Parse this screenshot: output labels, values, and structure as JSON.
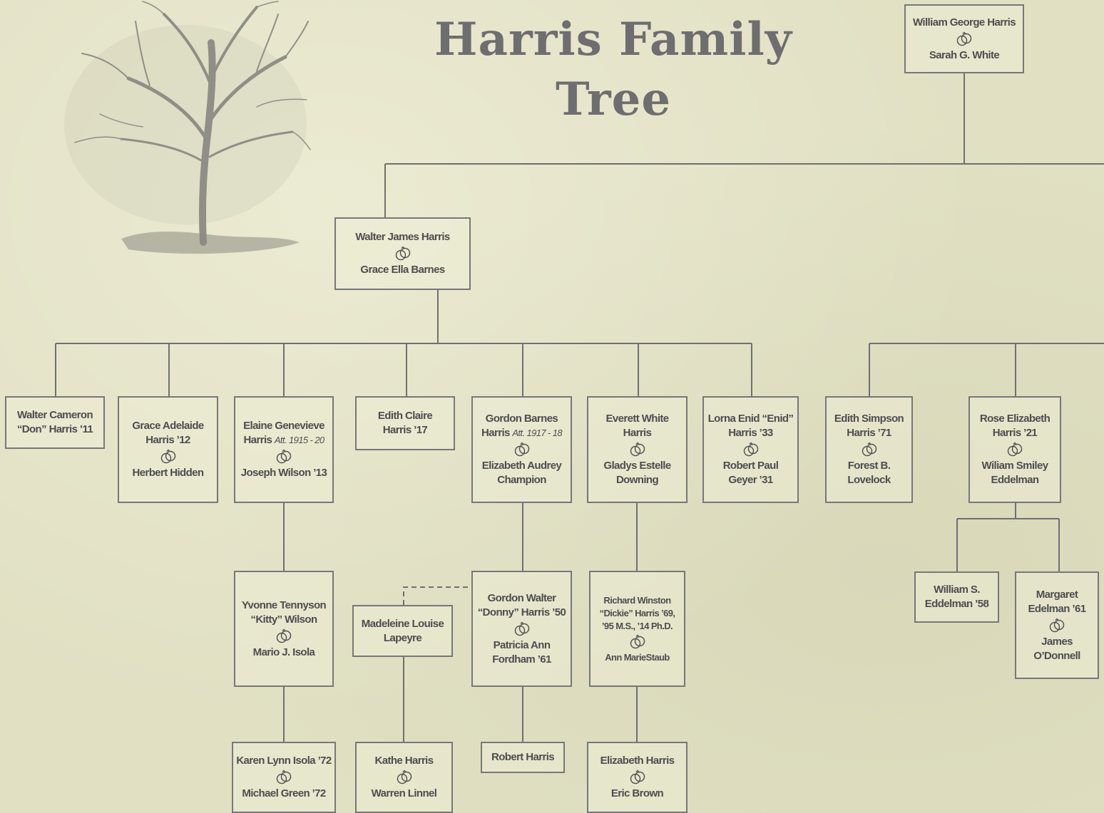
{
  "title": "Harris Family Tree",
  "colors": {
    "line": "#6f6f72",
    "text": "#4d4d50",
    "paper": "#e1e0c3"
  },
  "icons": {
    "marriage": "interlocking-rings-icon",
    "tree": "tree-illustration"
  },
  "people": {
    "root": {
      "name": "William George Harris",
      "spouse": "Sarah G. White"
    },
    "walter": {
      "name": "Walter James Harris",
      "spouse": "Grace Ella Barnes"
    },
    "don": {
      "name1": "Walter Cameron",
      "name2": "“Don” Harris ’11"
    },
    "graceA": {
      "name1": "Grace Adelaide",
      "name2": "Harris ’12",
      "spouse": "Herbert Hidden"
    },
    "elaine": {
      "name1": "Elaine Genevieve",
      "name2": "Harris",
      "note": "Att. 1915 - 20",
      "spouse": "Joseph Wilson ’13"
    },
    "edithC": {
      "name1": "Edith Claire",
      "name2": "Harris ’17"
    },
    "gordon": {
      "name1": "Gordon Barnes",
      "name2": "Harris",
      "note": "Att. 1917 - 18",
      "spouse1": "Elizabeth Audrey",
      "spouse2": "Champion"
    },
    "everett": {
      "name1": "Everett White",
      "name2": "Harris",
      "spouse1": "Gladys Estelle",
      "spouse2": "Downing"
    },
    "lorna": {
      "name1": "Lorna Enid “Enid”",
      "name2": "Harris ’33",
      "spouse1": "Robert Paul",
      "spouse2": "Geyer ’31"
    },
    "edithS": {
      "name1": "Edith Simpson",
      "name2": "Harris ’71",
      "spouse1": "Forest B.",
      "spouse2": "Lovelock"
    },
    "rose": {
      "name1": "Rose Elizabeth",
      "name2": "Harris ’21",
      "spouse1": "Wiliam Smiley",
      "spouse2": "Eddelman"
    },
    "yvonne": {
      "name1": "Yvonne Tennyson",
      "name2": "“Kitty” Wilson",
      "spouse": "Mario J. Isola"
    },
    "madeleine": {
      "name1": "Madeleine Louise",
      "name2": "Lapeyre"
    },
    "donny": {
      "name1": "Gordon Walter",
      "name2": "“Donny” Harris ’50",
      "spouse1": "Patricia Ann",
      "spouse2": "Fordham ’61"
    },
    "dickie": {
      "name1": "Richard Winston",
      "name2": "“Dickie” Harris ’69,",
      "name3": "’95 M.S., ’14 Ph.D.",
      "spouse": "Ann MarieStaub"
    },
    "williamS": {
      "name1": "William S.",
      "name2": "Eddelman ’58"
    },
    "margaret": {
      "name1": "Margaret",
      "name2": "Edelman ’61",
      "spouse1": "James",
      "spouse2": "O’Donnell"
    },
    "karen": {
      "name": "Karen Lynn Isola ’72",
      "spouse": "Michael Green ’72"
    },
    "kathe": {
      "name": "Kathe Harris",
      "spouse": "Warren Linnel"
    },
    "robert": {
      "name": "Robert Harris"
    },
    "elizabethH": {
      "name": "Elizabeth Harris",
      "spouse": "Eric Brown"
    }
  }
}
